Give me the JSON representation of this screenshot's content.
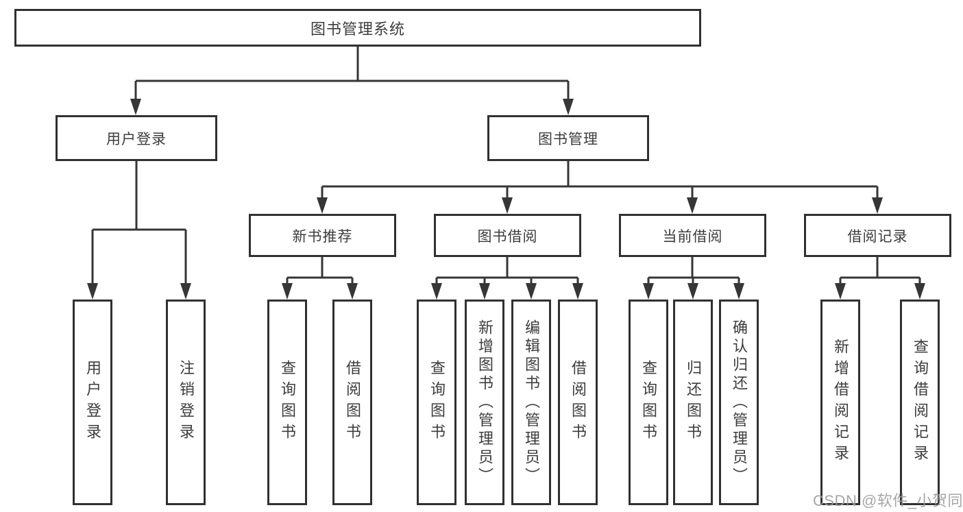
{
  "colors": {
    "background": "#ffffff",
    "line": "#363636",
    "box_border": "#303030",
    "text": "#3c3c3c",
    "watermark": "#9c9c9c"
  },
  "watermark": "CSDN @软件_小贺同学",
  "tree": {
    "label": "图书管理系统",
    "children": [
      {
        "label": "用户登录",
        "children": [
          {
            "label": "用户登录"
          },
          {
            "label": "注销登录"
          }
        ]
      },
      {
        "label": "图书管理",
        "children": [
          {
            "label": "新书推荐",
            "children": [
              {
                "label": "查询图书"
              },
              {
                "label": "借阅图书"
              }
            ]
          },
          {
            "label": "图书借阅",
            "children": [
              {
                "label": "查询图书"
              },
              {
                "label": "新增图书（管理员）"
              },
              {
                "label": "编辑图书（管理员）"
              },
              {
                "label": "借阅图书"
              }
            ]
          },
          {
            "label": "当前借阅",
            "children": [
              {
                "label": "查询图书"
              },
              {
                "label": "归还图书"
              },
              {
                "label": "确认归还（管理员）"
              }
            ]
          },
          {
            "label": "借阅记录",
            "children": [
              {
                "label": "新增借阅记录"
              },
              {
                "label": "查询借阅记录"
              }
            ]
          }
        ]
      }
    ]
  }
}
